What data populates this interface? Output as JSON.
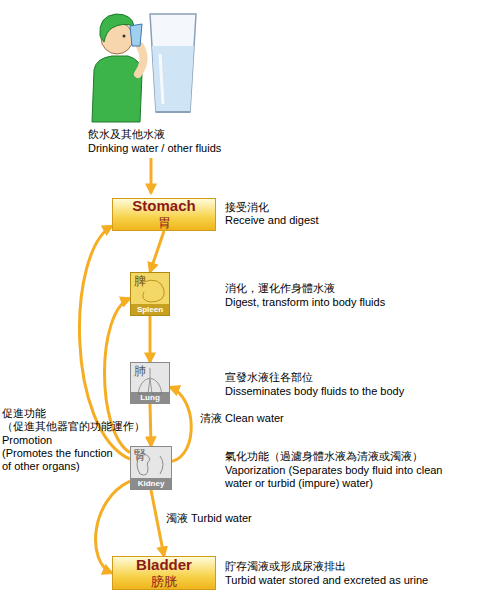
{
  "diagram": {
    "nodes": [
      {
        "text": [
          "Stomach",
          "胃"
        ]
      },
      {
        "text": [
          "脾",
          "Spleen"
        ]
      },
      {
        "text": [
          "肺",
          "Lung"
        ]
      },
      {
        "text": [
          "腎",
          "Kidney"
        ]
      },
      {
        "text": [
          "Bladder",
          "膀胱"
        ]
      }
    ],
    "edges": [
      {
        "from": 0,
        "to": 1,
        "arrow": "to"
      },
      {
        "from": 1,
        "to": 2,
        "arrow": "to"
      },
      {
        "from": 2,
        "to": 3,
        "arrow": "to"
      },
      {
        "from": 3,
        "to": 2,
        "label": "清液 Clean water",
        "arrow": "to"
      },
      {
        "from": 3,
        "to": 4,
        "label": "濁液 Turbid water",
        "arrow": "to"
      },
      {
        "from": 3,
        "to": 0,
        "arrow": "to"
      },
      {
        "from": 3,
        "to": 1,
        "arrow": "to"
      },
      {
        "from": 3,
        "to": 4,
        "arrow": "to"
      }
    ],
    "labels": [
      "飲水及其他水液",
      "Drinking water / other fluids",
      "接受消化",
      "Receive and digest",
      "消化，運化作身體水液",
      "Digest, transform into body fluids",
      "宣發水液往各部位",
      "Disseminates body fluids to the body",
      "促進功能",
      "（促進其他器官的功能運作）",
      "Promotion",
      "(Promotes the function of other organs)",
      "氣化功能（過濾身體水液為清液或濁液）",
      "Vaporization (Separates body fluid into clean water or turbid (impure) water)",
      "貯存濁液或形成尿液排出",
      "Turbid water stored and excreted as urine"
    ]
  }
}
